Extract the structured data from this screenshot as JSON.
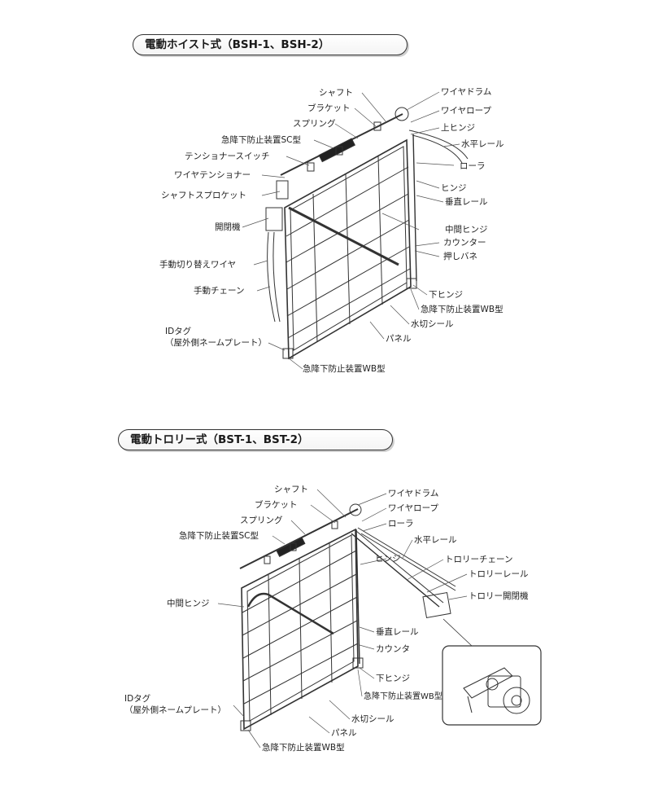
{
  "sections": {
    "hoist": {
      "title": "電動ホイスト式（BSH-1、BSH-2）",
      "labels": {
        "shaft": "シャフト",
        "bracket": "ブラケット",
        "spring": "スプリング",
        "sc_device": "急降下防止装置SC型",
        "tensioner_switch": "テンショナースイッチ",
        "wire_tensioner": "ワイヤテンショナー",
        "shaft_sprocket": "シャフトスプロケット",
        "opener": "開閉機",
        "manual_wire": "手動切り替えワイヤ",
        "manual_chain": "手動チェーン",
        "id_tag_1": "IDタグ",
        "id_tag_2": "（屋外側ネームプレート）",
        "wb_bottom": "急降下防止装置WB型",
        "wire_drum": "ワイヤドラム",
        "wire_rope": "ワイヤロープ",
        "top_hinge": "上ヒンジ",
        "horizontal_rail": "水平レール",
        "roller": "ローラ",
        "hinge": "ヒンジ",
        "vertical_rail": "垂直レール",
        "middle_hinge": "中間ヒンジ",
        "counter": "カウンター",
        "push_spring": "押しバネ",
        "bottom_hinge": "下ヒンジ",
        "wb_right": "急降下防止装置WB型",
        "water_seal": "水切シール",
        "panel": "パネル"
      }
    },
    "trolley": {
      "title": "電動トロリー式（BST-1、BST-2）",
      "labels": {
        "shaft": "シャフト",
        "bracket": "ブラケット",
        "spring": "スプリング",
        "sc_device": "急降下防止装置SC型",
        "middle_hinge": "中間ヒンジ",
        "id_tag_1": "IDタグ",
        "id_tag_2": "（屋外側ネームプレート）",
        "wb_bottom": "急降下防止装置WB型",
        "wire_drum": "ワイヤドラム",
        "wire_rope": "ワイヤロープ",
        "roller": "ローラ",
        "horizontal_rail": "水平レール",
        "hinge": "ヒンジ",
        "trolley_chain": "トロリーチェーン",
        "trolley_rail": "トロリーレール",
        "trolley_opener": "トロリー開閉機",
        "vertical_rail": "垂直レール",
        "counter": "カウンタ",
        "bottom_hinge": "下ヒンジ",
        "wb_right": "急降下防止装置WB型",
        "water_seal": "水切シール",
        "panel": "パネル"
      }
    }
  }
}
